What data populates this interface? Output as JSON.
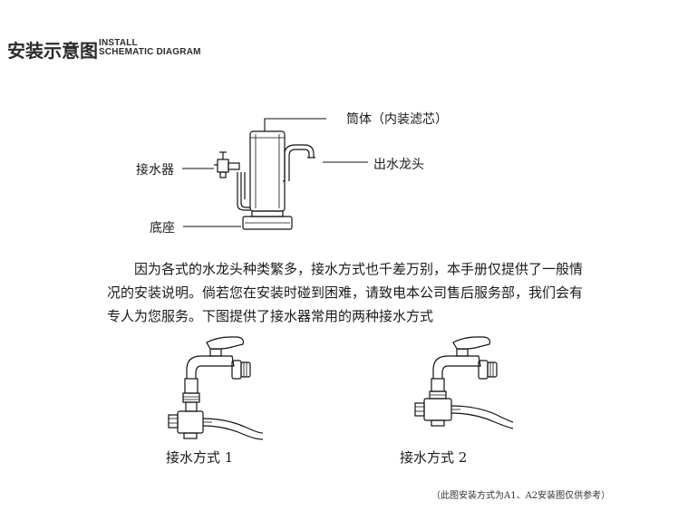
{
  "header": {
    "title_zh": "安装示意图",
    "title_en_line1": "INSTALL",
    "title_en_line2": "SCHEMATIC DIAGRAM"
  },
  "diagram": {
    "label_cylinder": "筒体（内装滤芯）",
    "label_outlet": "出水龙头",
    "label_connector": "接水器",
    "label_base": "底座"
  },
  "paragraph": {
    "line1": "因为各式的水龙头种类繁多，接水方式也千差万别，本手册仅提供了一般情",
    "line2": "况的安装说明。倘若您在安装时碰到困难，请致电本公司售后服务部，我们会有",
    "line3": "专人为您服务。下图提供了接水器常用的两种接水方式"
  },
  "methods": {
    "caption1": "接水方式 1",
    "caption2": "接水方式 2"
  },
  "footnote": "（此图安装方式为A1、A2安装图仅供参考）"
}
